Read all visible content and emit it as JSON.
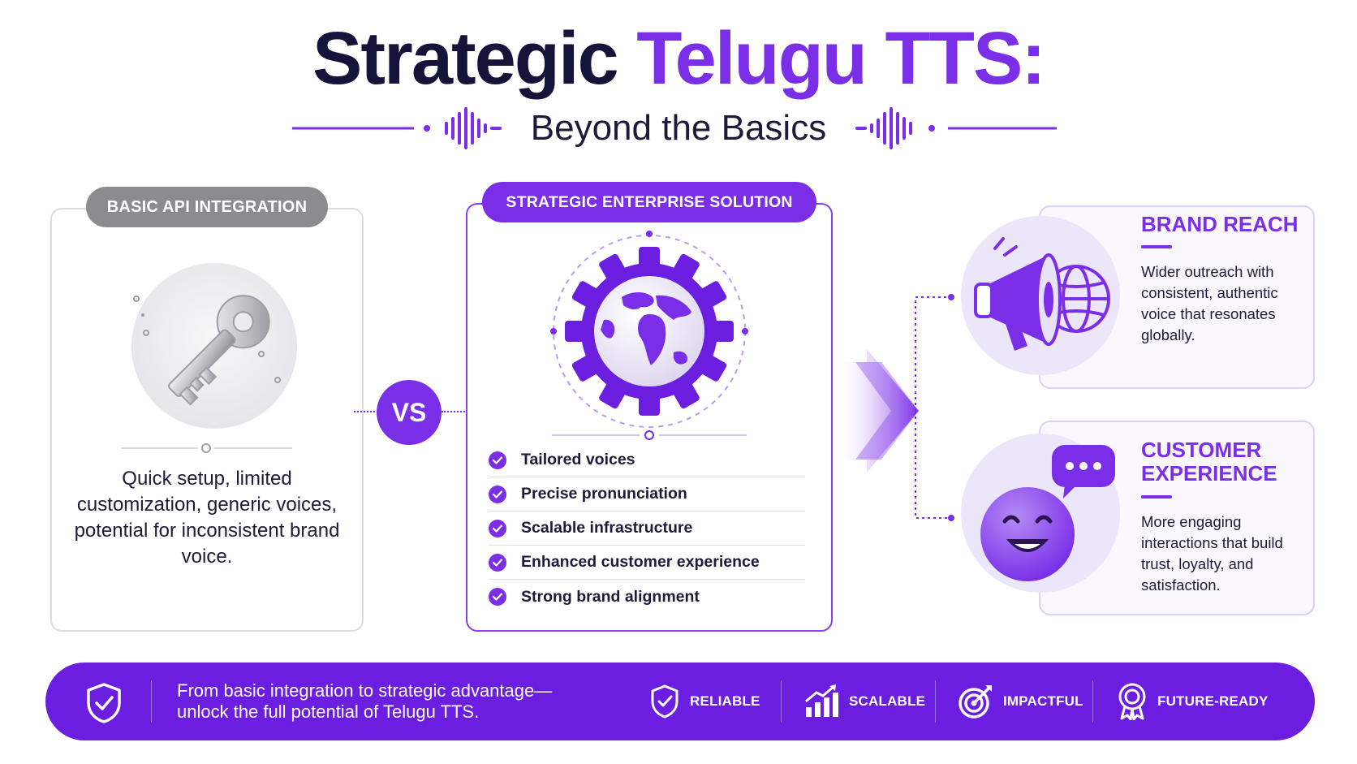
{
  "header": {
    "title_part1": "Strategic",
    "title_part2": "Telugu TTS:",
    "subtitle": "Beyond the Basics"
  },
  "basic": {
    "label": "BASIC API INTEGRATION",
    "description": "Quick setup, limited customization, generic voices, potential for inconsistent brand voice."
  },
  "vs_label": "VS",
  "strategic": {
    "label": "STRATEGIC ENTERPRISE SOLUTION",
    "features": [
      "Tailored voices",
      "Precise pronunciation",
      "Scalable infrastructure",
      "Enhanced customer experience",
      "Strong brand alignment"
    ]
  },
  "outcomes": {
    "brand": {
      "title": "BRAND REACH",
      "body": "Wider outreach with consistent, authentic voice that resonates globally."
    },
    "cx": {
      "title_line1": "CUSTOMER",
      "title_line2": "EXPERIENCE",
      "body": "More engaging interactions that build trust, loyalty, and satisfaction."
    }
  },
  "footer": {
    "tagline_line1": "From basic integration to strategic advantage—",
    "tagline_line2": "unlock the full potential of Telugu TTS.",
    "items": [
      "RELIABLE",
      "SCALABLE",
      "IMPACTFUL",
      "FUTURE-READY"
    ]
  },
  "colors": {
    "purple": "#7a2ee8",
    "navy": "#16133a",
    "footer": "#6b1ee0",
    "gray_pill": "#8c8c90"
  },
  "icons": {
    "basic": "key-icon",
    "strategic": "globe-gear-icon",
    "brand": "megaphone-globe-icon",
    "cx": "smiley-chat-icon",
    "footer_badge": "shield-check-icon",
    "footer_items": [
      "shield-check-icon",
      "bar-chart-icon",
      "target-icon",
      "award-icon"
    ]
  }
}
